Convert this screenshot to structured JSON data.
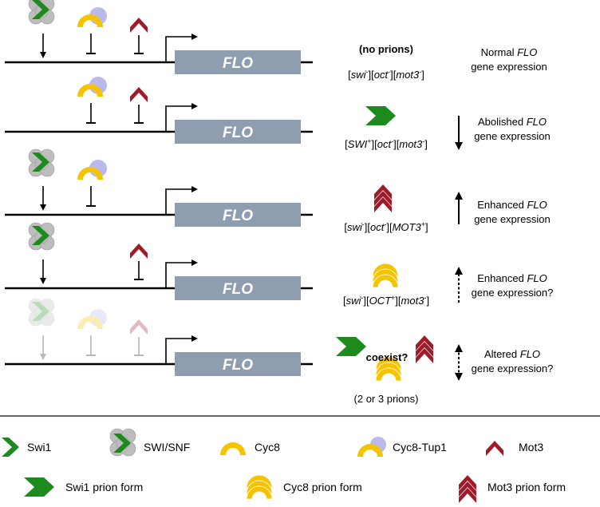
{
  "gene_label": "FLO",
  "rows": [
    {
      "state_title": "(no prions)",
      "genotype": [
        {
          "t": "[",
          "s": ""
        },
        {
          "t": "swi",
          "s": "i"
        },
        {
          "t": "-",
          "s": "sup"
        },
        {
          "t": "][",
          "s": ""
        },
        {
          "t": "oct",
          "s": "i"
        },
        {
          "t": "-",
          "s": "sup"
        },
        {
          "t": "][",
          "s": ""
        },
        {
          "t": "mot3",
          "s": "i"
        },
        {
          "t": "-",
          "s": "sup"
        },
        {
          "t": "]",
          "s": ""
        }
      ],
      "outcome_line1": [
        {
          "t": "Normal ",
          "s": ""
        },
        {
          "t": "FLO",
          "s": "i"
        }
      ],
      "outcome_line2": "gene expression"
    },
    {
      "genotype": [
        {
          "t": "[",
          "s": ""
        },
        {
          "t": "SWI",
          "s": "i"
        },
        {
          "t": "+",
          "s": "sup"
        },
        {
          "t": "][",
          "s": ""
        },
        {
          "t": "oct",
          "s": "i"
        },
        {
          "t": "-",
          "s": "sup"
        },
        {
          "t": "][",
          "s": ""
        },
        {
          "t": "mot3",
          "s": "i"
        },
        {
          "t": "-",
          "s": "sup"
        },
        {
          "t": "]",
          "s": ""
        }
      ],
      "outcome_line1": [
        {
          "t": "Abolished ",
          "s": ""
        },
        {
          "t": "FLO",
          "s": "i"
        }
      ],
      "outcome_line2": "gene expression"
    },
    {
      "genotype": [
        {
          "t": "[",
          "s": ""
        },
        {
          "t": "swi",
          "s": "i"
        },
        {
          "t": "-",
          "s": "sup"
        },
        {
          "t": "][",
          "s": ""
        },
        {
          "t": "oct",
          "s": "i"
        },
        {
          "t": "-",
          "s": "sup"
        },
        {
          "t": "][",
          "s": ""
        },
        {
          "t": "MOT3",
          "s": "i"
        },
        {
          "t": "+",
          "s": "sup"
        },
        {
          "t": "]",
          "s": ""
        }
      ],
      "outcome_line1": [
        {
          "t": "Enhanced ",
          "s": ""
        },
        {
          "t": "FLO",
          "s": "i"
        }
      ],
      "outcome_line2": "gene expression"
    },
    {
      "genotype": [
        {
          "t": "[",
          "s": ""
        },
        {
          "t": "swi",
          "s": "i"
        },
        {
          "t": "-",
          "s": "sup"
        },
        {
          "t": "][",
          "s": ""
        },
        {
          "t": "OCT",
          "s": "i"
        },
        {
          "t": "+",
          "s": "sup"
        },
        {
          "t": "][",
          "s": ""
        },
        {
          "t": "mot3",
          "s": "i"
        },
        {
          "t": "-",
          "s": "sup"
        },
        {
          "t": "]",
          "s": ""
        }
      ],
      "outcome_line1": [
        {
          "t": "Enhanced ",
          "s": ""
        },
        {
          "t": "FLO",
          "s": "i"
        }
      ],
      "outcome_line2": "gene expression?"
    },
    {
      "coexist_label": "coexist?",
      "prion_count": "(2 or 3 prions)",
      "outcome_line1": [
        {
          "t": "Altered ",
          "s": ""
        },
        {
          "t": "FLO",
          "s": "i"
        }
      ],
      "outcome_line2": "gene expression?"
    }
  ],
  "legend": {
    "swi1": "Swi1",
    "swisnf": "SWI/SNF",
    "cyc8": "Cyc8",
    "cyc8tup1": "Cyc8-Tup1",
    "mot3": "Mot3",
    "swi1_prion": "Swi1 prion form",
    "cyc8_prion": "Cyc8 prion form",
    "mot3_prion": "Mot3 prion form"
  },
  "colors": {
    "swi1": "#1d8a1d",
    "swisnf": "#bdbdbd",
    "cyc8": "#f5c400",
    "tup1": "#b9b9ec",
    "mot3": "#9e1b2a",
    "flo_box": "#8e9db0"
  }
}
